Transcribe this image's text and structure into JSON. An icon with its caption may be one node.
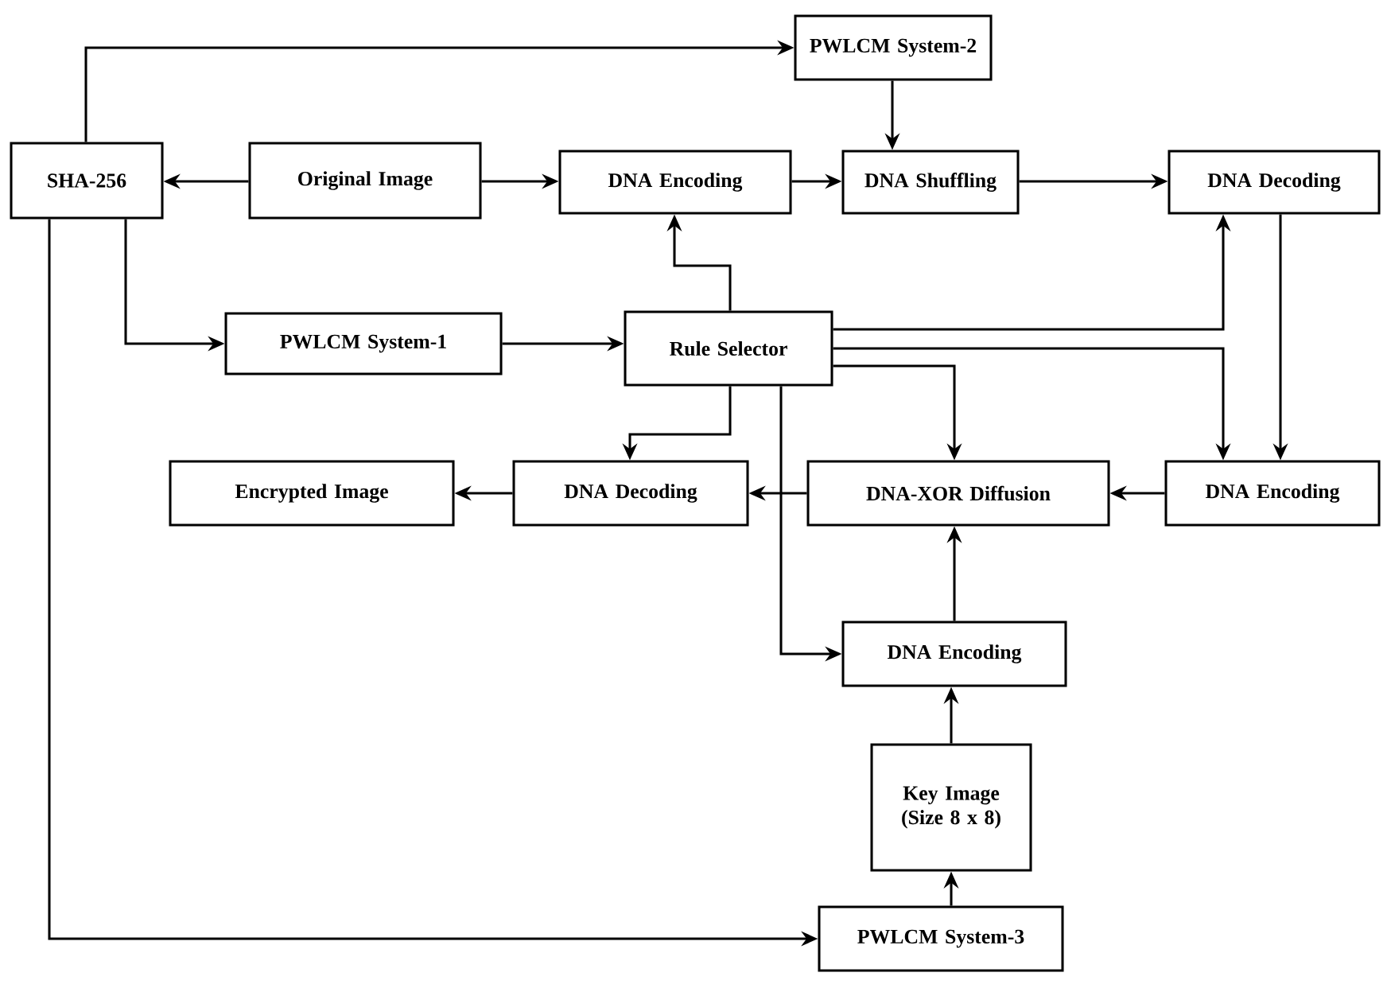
{
  "diagram": {
    "nodes": [
      {
        "text": [
          "PWLCM System-2"
        ]
      },
      {
        "text": [
          "SHA-256"
        ]
      },
      {
        "text": [
          "Original Image"
        ]
      },
      {
        "text": [
          "DNA Encoding"
        ]
      },
      {
        "text": [
          "DNA Shuffling"
        ]
      },
      {
        "text": [
          "DNA Decoding"
        ]
      },
      {
        "text": [
          "PWLCM System-1"
        ]
      },
      {
        "text": [
          "Rule Selector"
        ]
      },
      {
        "text": [
          "Encrypted Image"
        ]
      },
      {
        "text": [
          "DNA Decoding"
        ]
      },
      {
        "text": [
          "DNA-XOR Diffusion"
        ]
      },
      {
        "text": [
          "DNA Encoding"
        ]
      },
      {
        "text": [
          "DNA Encoding"
        ]
      },
      {
        "text": [
          "Key Image (Size 8 x 8)"
        ]
      },
      {
        "text": [
          "PWLCM System-3"
        ]
      }
    ],
    "edges": [
      {
        "from": 1,
        "to": 0,
        "arrow": "to"
      },
      {
        "from": 2,
        "to": 1,
        "arrow": "to"
      },
      {
        "from": 2,
        "to": 3,
        "arrow": "to"
      },
      {
        "from": 1,
        "to": 6,
        "arrow": "to"
      },
      {
        "from": 1,
        "to": 14,
        "arrow": "to"
      },
      {
        "from": 0,
        "to": 4,
        "arrow": "to"
      },
      {
        "from": 3,
        "to": 4,
        "arrow": "to"
      },
      {
        "from": 4,
        "to": 5,
        "arrow": "to"
      },
      {
        "from": 5,
        "to": 11,
        "arrow": "to"
      },
      {
        "from": 6,
        "to": 7,
        "arrow": "to"
      },
      {
        "from": 7,
        "to": 3,
        "arrow": "to"
      },
      {
        "from": 7,
        "to": 5,
        "arrow": "to"
      },
      {
        "from": 7,
        "to": 11,
        "arrow": "to"
      },
      {
        "from": 7,
        "to": 10,
        "arrow": "to"
      },
      {
        "from": 7,
        "to": 9,
        "arrow": "to"
      },
      {
        "from": 7,
        "to": 12,
        "arrow": "to"
      },
      {
        "from": 11,
        "to": 10,
        "arrow": "to"
      },
      {
        "from": 10,
        "to": 9,
        "arrow": "to"
      },
      {
        "from": 9,
        "to": 8,
        "arrow": "to"
      },
      {
        "from": 12,
        "to": 10,
        "arrow": "to"
      },
      {
        "from": 13,
        "to": 12,
        "arrow": "to"
      },
      {
        "from": 14,
        "to": 13,
        "arrow": "to"
      }
    ]
  }
}
